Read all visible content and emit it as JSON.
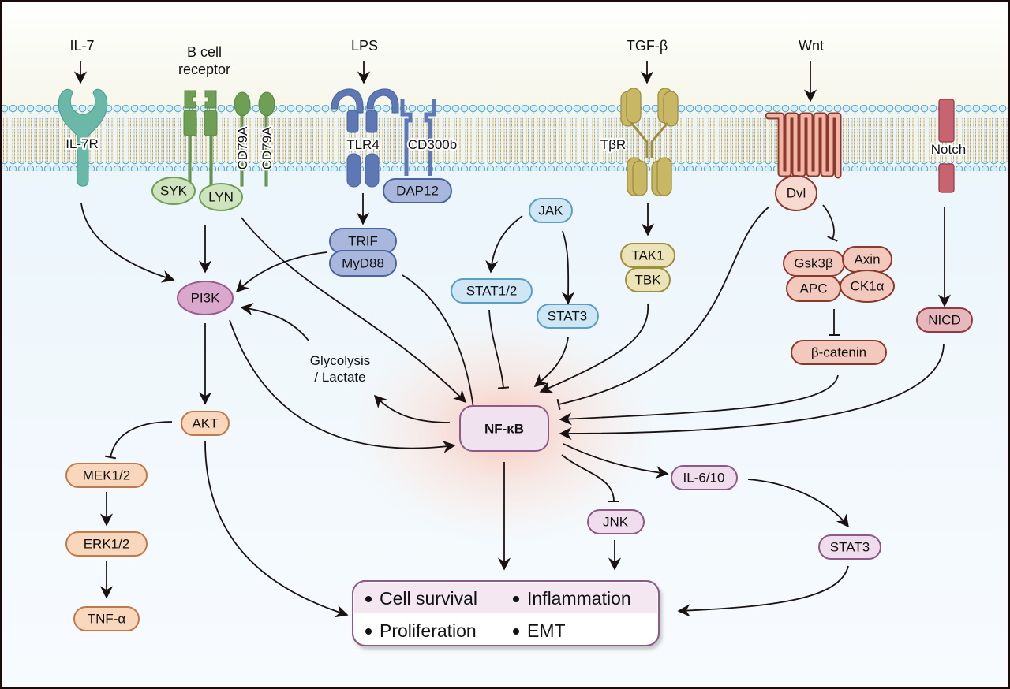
{
  "title": "NF-κB signaling pathway network",
  "colors": {
    "il7r": "#6bb7a8",
    "bcr": "#6f9e55",
    "bcr_node_fill": "#cfe3bf",
    "tlr": "#5e78b5",
    "tlr_node_fill": "#a9b7dc",
    "jak_stat": "#5a9ec4",
    "jak_stat_fill": "#cfe6f4",
    "tgfb": "#b9aa5a",
    "tgfb_node_fill": "#ece4b8",
    "wnt": "#8a3a2c",
    "wnt_fill": "#f3c9bd",
    "notch": "#c8646f",
    "notch_node_fill": "#e7b7bc",
    "pi3k_fill": "#d9a8cc",
    "pi3k_stroke": "#9b5a8c",
    "akt_fill": "#f8d7bd",
    "akt_stroke": "#c07a4a",
    "nfkb_fill": "#f1e2ef",
    "nfkb_stroke": "#8c5a86",
    "purple_fill": "#efdcec",
    "purple_stroke": "#8c5a86",
    "membrane_head": "#c6e6f2",
    "membrane_head_stroke": "#5aa8c8",
    "membrane_tail": "#c9a24a",
    "cytoplasm": "#eaf5fb",
    "extracellular": "#f8f8ee",
    "glow": "#f9c4b4",
    "frame": "#1a0a0a"
  },
  "ligands": [
    {
      "id": "il7",
      "label": "IL-7"
    },
    {
      "id": "bcr",
      "label": "B cell\nreceptor"
    },
    {
      "id": "lps",
      "label": "LPS"
    },
    {
      "id": "tgfb",
      "label": "TGF-β"
    },
    {
      "id": "wnt",
      "label": "Wnt"
    }
  ],
  "receptors": {
    "il7r": "IL-7R",
    "cd79a_1": "CD79A",
    "cd79a_2": "CD79A",
    "tlr4": "TLR4",
    "cd300b": "CD300b",
    "tbr": "TβR",
    "notch": "Notch"
  },
  "nodes": {
    "syk": "SYK",
    "lyn": "LYN",
    "dap12": "DAP12",
    "trif": "TRIF",
    "myd88": "MyD88",
    "jak": "JAK",
    "stat12": "STAT1/2",
    "stat3_a": "STAT3",
    "tak1": "TAK1",
    "tbk": "TBK",
    "dvl": "Dvl",
    "gsk3b": "Gsk3β",
    "axin": "Axin",
    "apc": "APC",
    "ck1a": "CK1α",
    "bcatenin": "β-catenin",
    "nicd": "NICD",
    "pi3k": "PI3K",
    "akt": "AKT",
    "mek": "MEK1/2",
    "erk": "ERK1/2",
    "tnfa": "TNF-α",
    "glycolysis_1": "Glycolysis",
    "glycolysis_2": "/ Lactate",
    "nfkb": "NF-κB",
    "jnk": "JNK",
    "il610": "IL-6/10",
    "stat3_b": "STAT3"
  },
  "outcomes": [
    "Cell survival",
    "Inflammation",
    "Proliferation",
    "EMT"
  ],
  "edges": [
    {
      "from": "IL-7",
      "to": "IL-7R",
      "type": "activation"
    },
    {
      "from": "LPS",
      "to": "TLR4",
      "type": "activation"
    },
    {
      "from": "TGF-β",
      "to": "TβR",
      "type": "activation"
    },
    {
      "from": "Wnt",
      "to": "Frizzled",
      "type": "activation"
    },
    {
      "from": "IL-7R",
      "to": "PI3K",
      "type": "activation"
    },
    {
      "from": "SYK/LYN",
      "to": "PI3K",
      "type": "activation"
    },
    {
      "from": "LYN",
      "to": "NF-κB",
      "type": "activation"
    },
    {
      "from": "TLR4",
      "to": "TRIF/MyD88",
      "type": "activation"
    },
    {
      "from": "TRIF",
      "to": "PI3K",
      "type": "activation"
    },
    {
      "from": "MyD88",
      "to": "NF-κB",
      "type": "inhibition"
    },
    {
      "from": "JAK",
      "to": "STAT1/2",
      "type": "activation"
    },
    {
      "from": "JAK",
      "to": "STAT3",
      "type": "activation"
    },
    {
      "from": "STAT1/2",
      "to": "NF-κB",
      "type": "inhibition"
    },
    {
      "from": "STAT3",
      "to": "NF-κB",
      "type": "activation"
    },
    {
      "from": "TβR",
      "to": "TAK1/TBK",
      "type": "activation"
    },
    {
      "from": "TBK",
      "to": "NF-κB",
      "type": "activation"
    },
    {
      "from": "Dvl",
      "to": "NF-κB",
      "type": "inhibition"
    },
    {
      "from": "Dvl",
      "to": "destruction complex",
      "type": "inhibition"
    },
    {
      "from": "destruction complex",
      "to": "β-catenin",
      "type": "inhibition"
    },
    {
      "from": "β-catenin",
      "to": "NF-κB",
      "type": "activation"
    },
    {
      "from": "Notch",
      "to": "NICD",
      "type": "activation"
    },
    {
      "from": "NICD",
      "to": "NF-κB",
      "type": "activation"
    },
    {
      "from": "PI3K",
      "to": "AKT",
      "type": "activation"
    },
    {
      "from": "PI3K",
      "to": "NF-κB",
      "type": "activation"
    },
    {
      "from": "Glycolysis / Lactate",
      "to": "PI3K",
      "type": "activation"
    },
    {
      "from": "NF-κB",
      "to": "Glycolysis / Lactate",
      "type": "activation"
    },
    {
      "from": "AKT",
      "to": "MEK1/2",
      "type": "inhibition"
    },
    {
      "from": "MEK1/2",
      "to": "ERK1/2",
      "type": "activation"
    },
    {
      "from": "ERK1/2",
      "to": "TNF-α",
      "type": "activation"
    },
    {
      "from": "AKT",
      "to": "Outcomes",
      "type": "activation"
    },
    {
      "from": "NF-κB",
      "to": "Outcomes",
      "type": "activation"
    },
    {
      "from": "NF-κB",
      "to": "JNK",
      "type": "inhibition"
    },
    {
      "from": "JNK",
      "to": "Outcomes",
      "type": "activation"
    },
    {
      "from": "NF-κB",
      "to": "IL-6/10",
      "type": "activation"
    },
    {
      "from": "IL-6/10",
      "to": "STAT3",
      "type": "activation"
    },
    {
      "from": "STAT3",
      "to": "Outcomes",
      "type": "activation"
    }
  ]
}
